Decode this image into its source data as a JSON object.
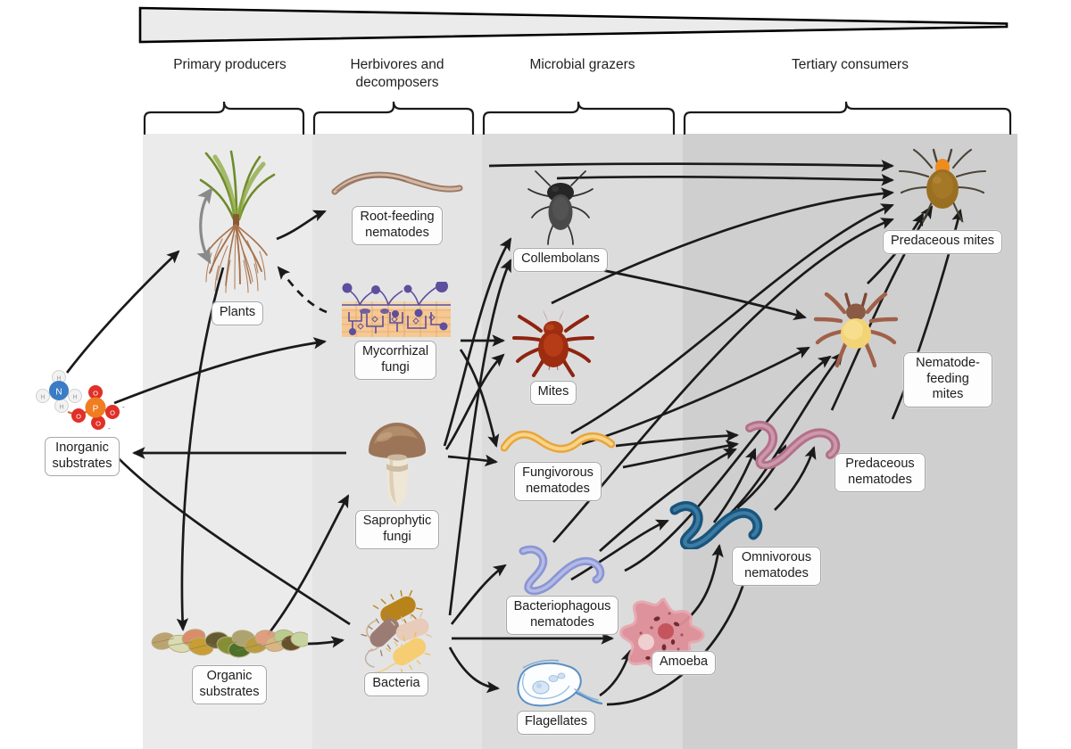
{
  "figure": {
    "title": "Soil food web trophic structure",
    "wedge_meaning": "decreasing-biomass-wedge"
  },
  "trophic_groups": [
    {
      "id": "primary-producers",
      "label": "Primary\nproducers"
    },
    {
      "id": "herbivores-decomposers",
      "label": "Herbivores and\ndecomposers"
    },
    {
      "id": "microbial-grazers",
      "label": "Microbial\ngrazers"
    },
    {
      "id": "tertiary-consumers",
      "label": "Tertiary\nconsumers"
    }
  ],
  "nodes": {
    "inorganic_substrates": {
      "label": "Inorganic\nsubstrates",
      "icon": "ammonium-phosphate-molecule-icon"
    },
    "organic_substrates": {
      "label": "Organic\nsubstrates",
      "icon": "leaf-litter-icon"
    },
    "plants": {
      "label": "Plants",
      "icon": "grass-plant-roots-icon"
    },
    "root_feeding_nematodes": {
      "label": "Root-feeding\nnematodes",
      "icon": "brown-nematode-icon"
    },
    "mycorrhizal_fungi": {
      "label": "Mycorrhizal\nfungi",
      "icon": "mycorrhiza-root-section-icon"
    },
    "saprophytic_fungi": {
      "label": "Saprophytic\nfungi",
      "icon": "mushroom-icon"
    },
    "bacteria": {
      "label": "Bacteria",
      "icon": "flagellated-rods-icon"
    },
    "collembolans": {
      "label": "Collembolans",
      "icon": "springtail-icon"
    },
    "mites": {
      "label": "Mites",
      "icon": "red-mite-icon"
    },
    "fungivorous_nematodes": {
      "label": "Fungivorous\nnematodes",
      "icon": "orange-nematode-icon"
    },
    "bacteriophagous_nematodes": {
      "label": "Bacteriophagous\nnematodes",
      "icon": "blue-nematode-icon"
    },
    "flagellates": {
      "label": "Flagellates",
      "icon": "flagellate-cell-icon"
    },
    "amoeba": {
      "label": "Amoeba",
      "icon": "amoeba-icon"
    },
    "predaceous_mites": {
      "label": "Predaceous mites",
      "icon": "brown-mite-icon"
    },
    "nematode_feeding_mites": {
      "label": "Nematode-\nfeeding mites",
      "icon": "yellow-mite-icon"
    },
    "predaceous_nematodes": {
      "label": "Predaceous\nnematodes",
      "icon": "mauve-nematode-icon"
    },
    "omnivorous_nematodes": {
      "label": "Omnivorous\nnematodes",
      "icon": "teal-nematode-icon"
    }
  },
  "colors": {
    "band_1": "#ebebeb",
    "band_2": "#e4e4e4",
    "band_3": "#dcdcdc",
    "band_4": "#cfcfcf",
    "arrow": "#1a1a1a",
    "label_border": "#a7a7a7",
    "nitrogen": "#3b7cc4",
    "phosphorus": "#f07d20",
    "oxygen": "#e03028",
    "mycorrhiza_hyphae": "#5d4e9e",
    "fungivorous_nematode": "#f0b75c",
    "bacteriophagous_nematode": "#8b95d4",
    "omnivorous_nematode": "#18557d",
    "predaceous_nematode": "#b3708a",
    "amoeba": "#de8f97",
    "mite_red": "#a52a14",
    "predaceous_mite": "#9a6f22",
    "nematode_feeding_mite": "#f3d474",
    "collembolan": "#3a3a3a"
  },
  "edges": [
    {
      "from": "inorganic_substrates",
      "to": "plants"
    },
    {
      "from": "inorganic_substrates",
      "to": "mycorrhizal_fungi"
    },
    {
      "from": "plants",
      "to": "root_feeding_nematodes"
    },
    {
      "from": "mycorrhizal_fungi",
      "to": "plants",
      "style": "dashed"
    },
    {
      "from": "plants",
      "to": "organic_substrates"
    },
    {
      "from": "organic_substrates",
      "to": "saprophytic_fungi"
    },
    {
      "from": "organic_substrates",
      "to": "bacteria"
    },
    {
      "from": "bacteria",
      "to": "inorganic_substrates"
    },
    {
      "from": "saprophytic_fungi",
      "to": "inorganic_substrates"
    },
    {
      "from": "saprophytic_fungi",
      "to": "collembolans"
    },
    {
      "from": "saprophytic_fungi",
      "to": "mites"
    },
    {
      "from": "saprophytic_fungi",
      "to": "fungivorous_nematodes"
    },
    {
      "from": "mycorrhizal_fungi",
      "to": "mites"
    },
    {
      "from": "mycorrhizal_fungi",
      "to": "fungivorous_nematodes"
    },
    {
      "from": "bacteria",
      "to": "collembolans"
    },
    {
      "from": "bacteria",
      "to": "bacteriophagous_nematodes"
    },
    {
      "from": "bacteria",
      "to": "amoeba"
    },
    {
      "from": "bacteria",
      "to": "flagellates"
    },
    {
      "from": "flagellates",
      "to": "amoeba"
    },
    {
      "from": "collembolans",
      "to": "predaceous_mites"
    },
    {
      "from": "mites",
      "to": "predaceous_mites"
    },
    {
      "from": "root_feeding_nematodes",
      "to": "predaceous_mites"
    },
    {
      "from": "fungivorous_nematodes",
      "to": "predaceous_mites"
    },
    {
      "from": "fungivorous_nematodes",
      "to": "nematode_feeding_mites"
    },
    {
      "from": "fungivorous_nematodes",
      "to": "predaceous_nematodes"
    },
    {
      "from": "bacteriophagous_nematodes",
      "to": "nematode_feeding_mites"
    },
    {
      "from": "bacteriophagous_nematodes",
      "to": "predaceous_nematodes"
    },
    {
      "from": "bacteriophagous_nematodes",
      "to": "omnivorous_nematodes"
    },
    {
      "from": "amoeba",
      "to": "omnivorous_nematodes"
    },
    {
      "from": "flagellates",
      "to": "omnivorous_nematodes"
    },
    {
      "from": "omnivorous_nematodes",
      "to": "predaceous_nematodes"
    },
    {
      "from": "omnivorous_nematodes",
      "to": "nematode_feeding_mites"
    },
    {
      "from": "predaceous_nematodes",
      "to": "predaceous_mites"
    },
    {
      "from": "nematode_feeding_mites",
      "to": "predaceous_mites"
    }
  ]
}
